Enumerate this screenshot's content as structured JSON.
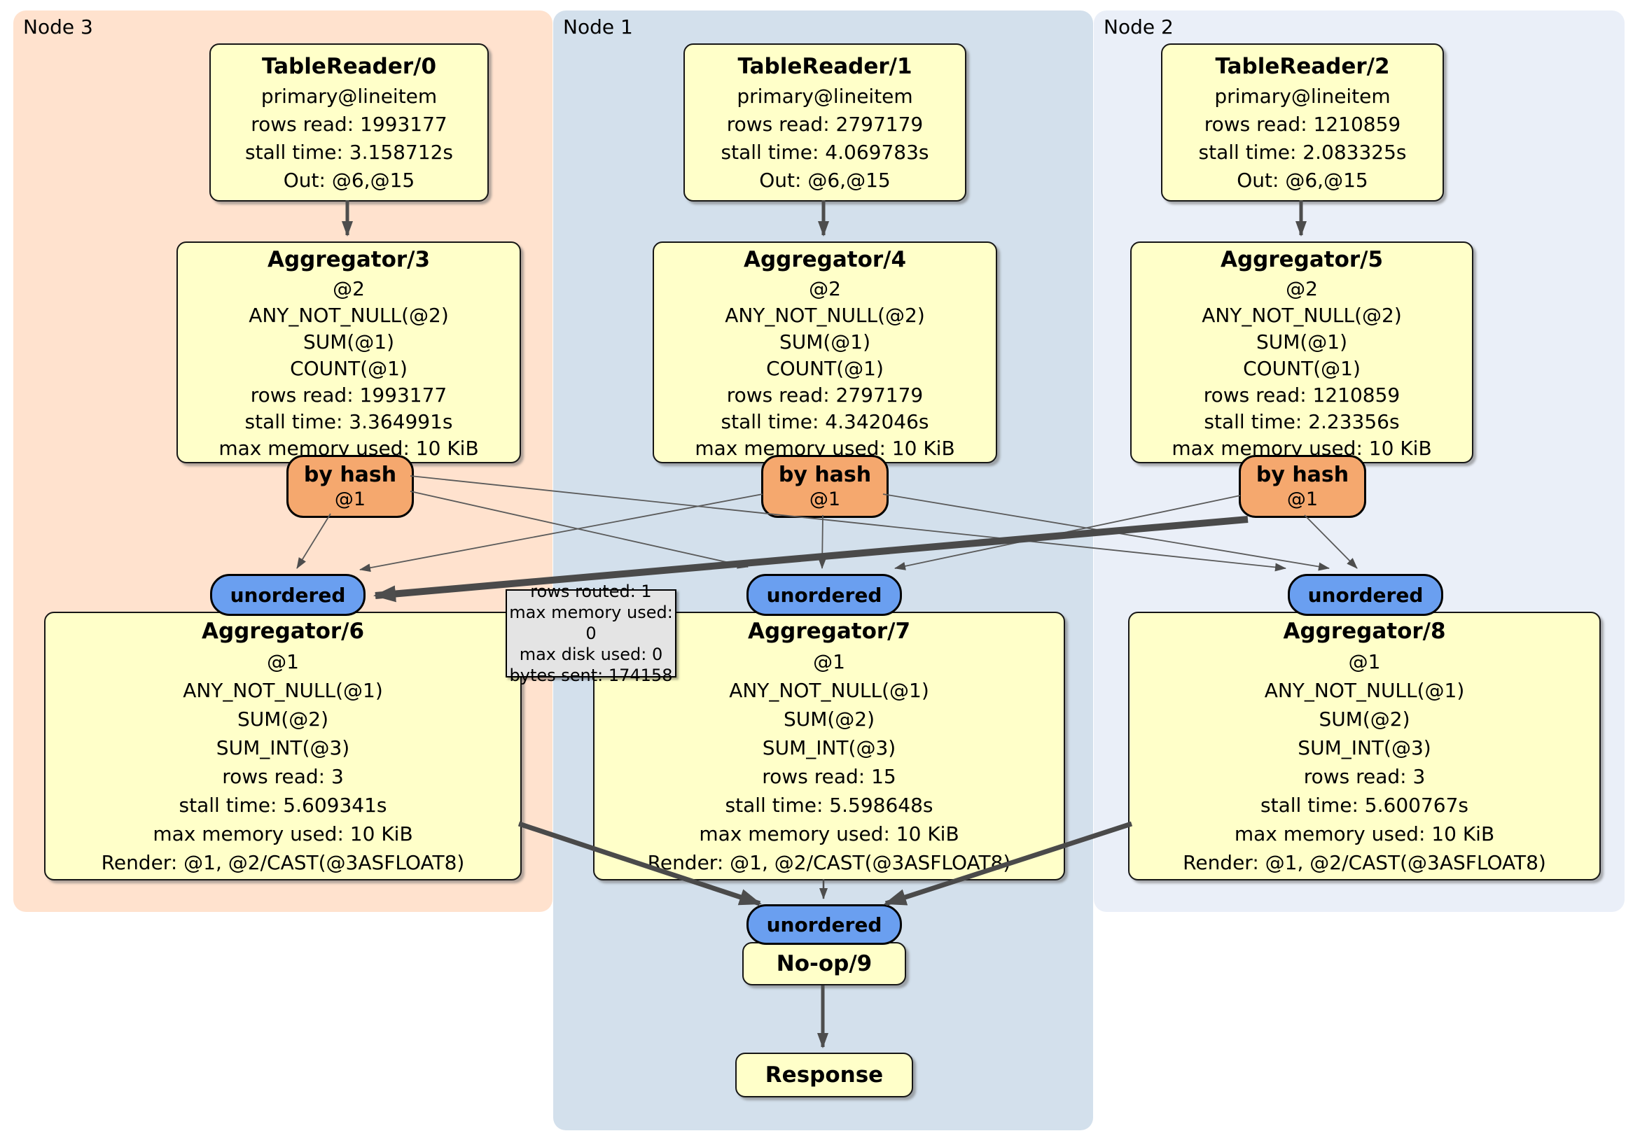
{
  "panels": [
    {
      "label": "Node 3"
    },
    {
      "label": "Node 1"
    },
    {
      "label": "Node 2"
    }
  ],
  "processors": {
    "tr0": {
      "title": "TableReader/0",
      "lines": [
        "primary@lineitem",
        "rows read: 1993177",
        "stall time: 3.158712s",
        "Out: @6,@15"
      ]
    },
    "tr1": {
      "title": "TableReader/1",
      "lines": [
        "primary@lineitem",
        "rows read: 2797179",
        "stall time: 4.069783s",
        "Out: @6,@15"
      ]
    },
    "tr2": {
      "title": "TableReader/2",
      "lines": [
        "primary@lineitem",
        "rows read: 1210859",
        "stall time: 2.083325s",
        "Out: @6,@15"
      ]
    },
    "ag3": {
      "title": "Aggregator/3",
      "lines": [
        "@2",
        "ANY_NOT_NULL(@2)",
        "SUM(@1)",
        "COUNT(@1)",
        "rows read: 1993177",
        "stall time: 3.364991s",
        "max memory used: 10 KiB"
      ]
    },
    "ag4": {
      "title": "Aggregator/4",
      "lines": [
        "@2",
        "ANY_NOT_NULL(@2)",
        "SUM(@1)",
        "COUNT(@1)",
        "rows read: 2797179",
        "stall time: 4.342046s",
        "max memory used: 10 KiB"
      ]
    },
    "ag5": {
      "title": "Aggregator/5",
      "lines": [
        "@2",
        "ANY_NOT_NULL(@2)",
        "SUM(@1)",
        "COUNT(@1)",
        "rows read: 1210859",
        "stall time: 2.23356s",
        "max memory used: 10 KiB"
      ]
    },
    "ag6": {
      "title": "Aggregator/6",
      "lines": [
        "@1",
        "ANY_NOT_NULL(@1)",
        "SUM(@2)",
        "SUM_INT(@3)",
        "rows read: 3",
        "stall time: 5.609341s",
        "max memory used: 10 KiB",
        "Render: @1, @2/CAST(@3ASFLOAT8)"
      ]
    },
    "ag7": {
      "title": "Aggregator/7",
      "lines": [
        "@1",
        "ANY_NOT_NULL(@1)",
        "SUM(@2)",
        "SUM_INT(@3)",
        "rows read: 15",
        "stall time: 5.598648s",
        "max memory used: 10 KiB",
        "Render: @1, @2/CAST(@3ASFLOAT8)"
      ]
    },
    "ag8": {
      "title": "Aggregator/8",
      "lines": [
        "@1",
        "ANY_NOT_NULL(@1)",
        "SUM(@2)",
        "SUM_INT(@3)",
        "rows read: 3",
        "stall time: 5.600767s",
        "max memory used: 10 KiB",
        "Render: @1, @2/CAST(@3ASFLOAT8)"
      ]
    },
    "noop": {
      "title": "No-op/9"
    },
    "response": {
      "title": "Response"
    }
  },
  "routers": {
    "label": "by hash",
    "stream": "@1"
  },
  "sync": {
    "label": "unordered"
  },
  "tooltip": {
    "lines": [
      "rows routed: 1",
      "max memory used: 0",
      "max disk used: 0",
      "bytes sent: 174158"
    ]
  },
  "colors": {
    "node3_panel": "#FFE2CE",
    "node1_panel": "#D3E0EC",
    "node2_panel": "#EAEFF8",
    "processor_fill": "#FFFFC9",
    "router_fill": "#F5A86E",
    "sync_fill": "#6A9FF0",
    "tooltip_fill": "#E4E4E4",
    "edge": "#4D4D4D"
  }
}
